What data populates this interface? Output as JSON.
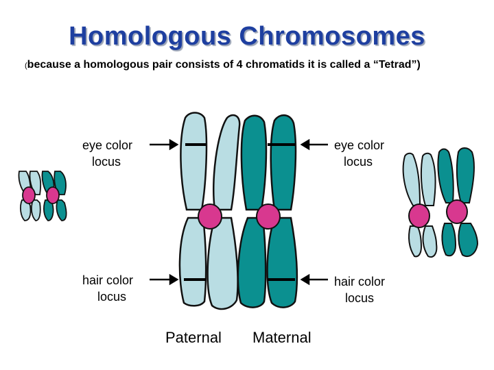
{
  "title": "Homologous Chromosomes",
  "subtitle": {
    "open_paren": "(",
    "text": "because a homologous pair consists of 4 chromatids it is called a “Tetrad”)"
  },
  "labels": {
    "eye_left_line1": "eye color",
    "eye_left_line2": "locus",
    "eye_right_line1": "eye color",
    "eye_right_line2": "locus",
    "hair_left_line1": "hair color",
    "hair_left_line2": "locus",
    "hair_right_line1": "hair color",
    "hair_right_line2": "locus"
  },
  "captions": {
    "paternal": "Paternal",
    "maternal": "Maternal"
  },
  "colors": {
    "title": "#1e3fa0",
    "paternal_fill": "#b9dde3",
    "maternal_fill": "#0b9090",
    "centromere": "#d8388f"
  }
}
